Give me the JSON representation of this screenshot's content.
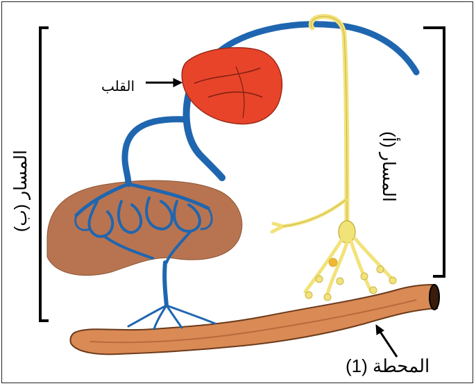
{
  "labels": {
    "heart": "القلب",
    "station": "المحطة (1)",
    "path_a": "المسار (أ)",
    "path_b": "المسار (ب)"
  },
  "colors": {
    "blood_vessel": "#1f66b0",
    "nerve": "#f2e27a",
    "heart": "#e8442a",
    "liver": "#b87450",
    "intestine": "#d98a55"
  },
  "icons": [
    "heart-icon",
    "liver-icon",
    "intestine-icon",
    "neuron-icon",
    "arrow-icon"
  ]
}
